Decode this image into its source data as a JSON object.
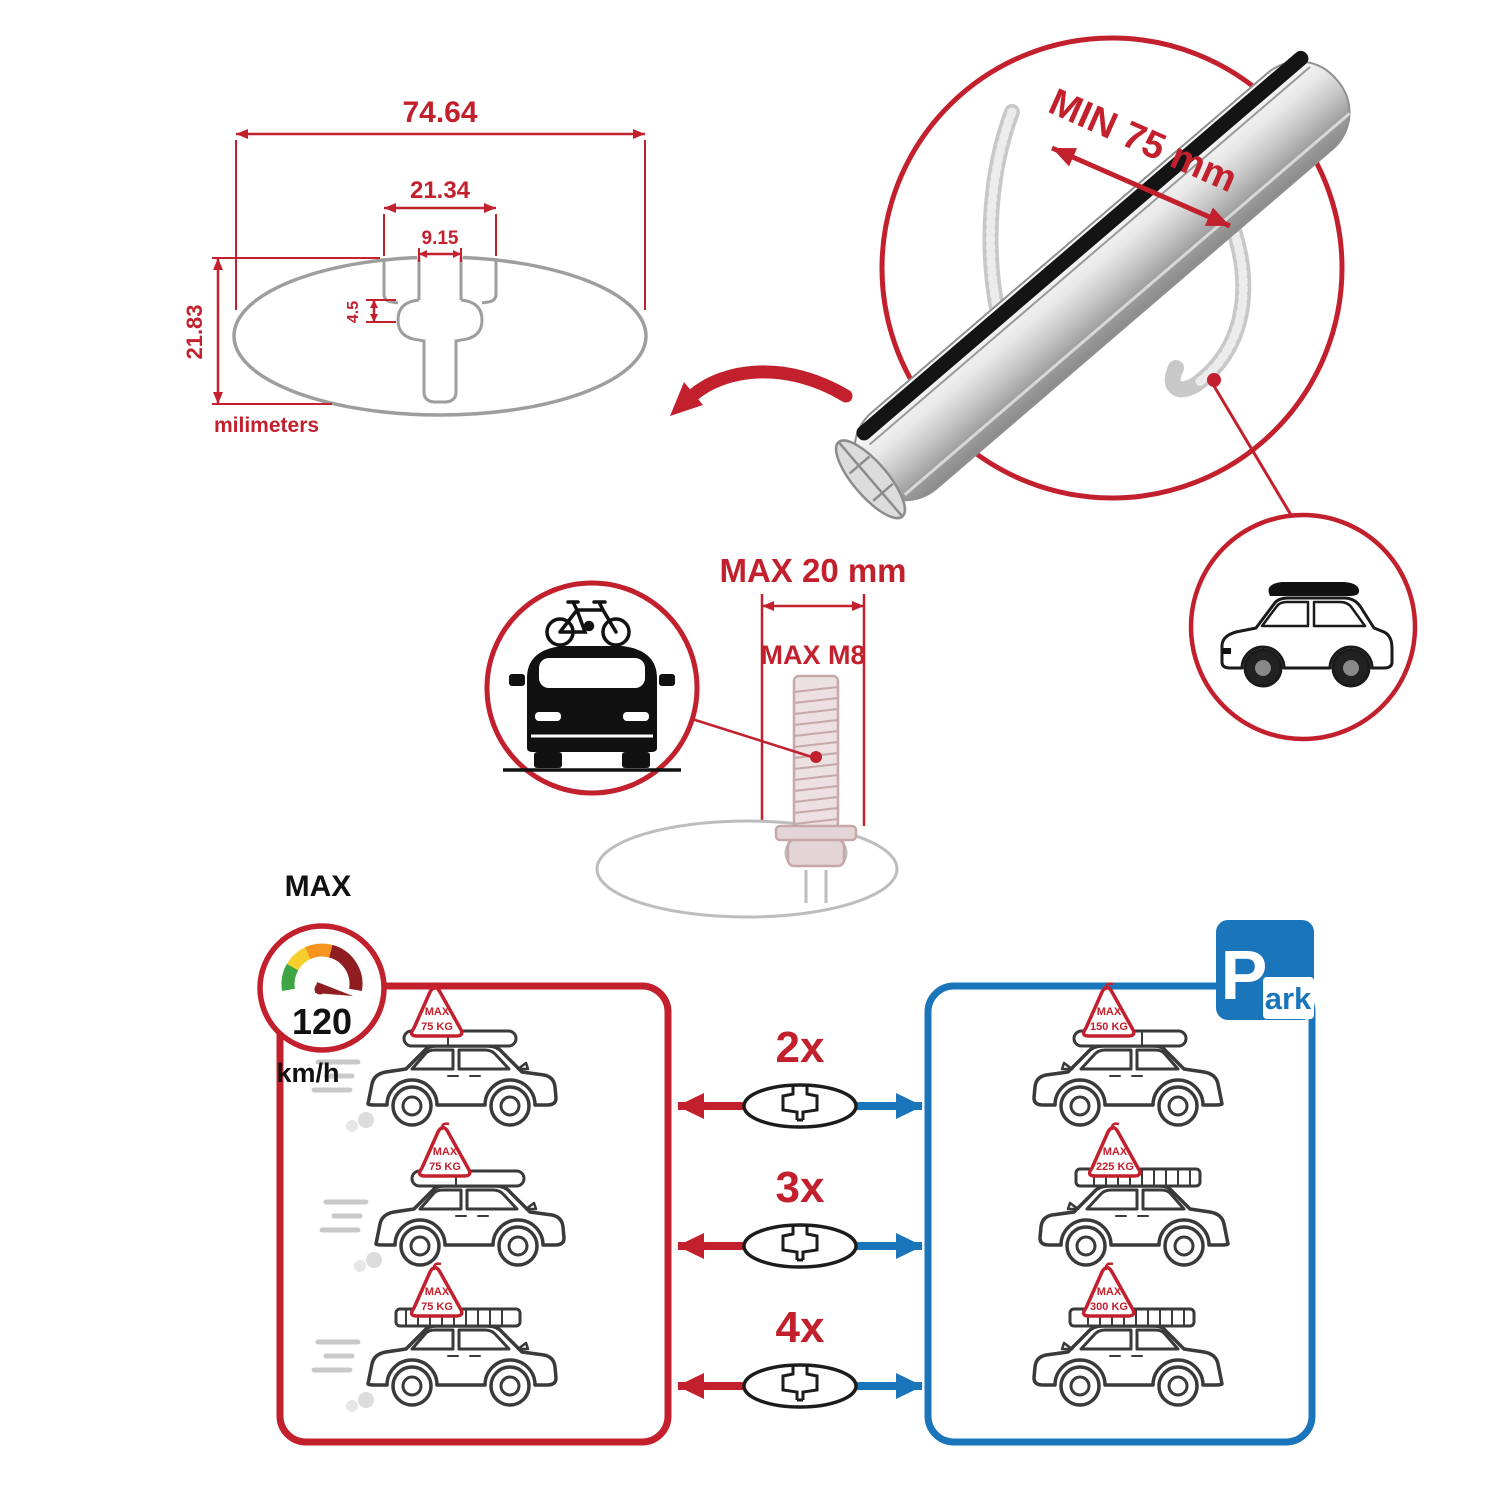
{
  "colors": {
    "accent_red": "#c3202e",
    "accent_blue": "#1b75bb",
    "profile_gray": "#9c9c9c",
    "gauge_green": "#3fa544",
    "gauge_yellow": "#f5d02c",
    "gauge_orange": "#f7941d",
    "gauge_dark_red": "#8f1d22"
  },
  "cross_section_drawing": {
    "total_width": "74.64",
    "notch_outer_width": "21.34",
    "slot_opening_width": "9.15",
    "notch_depth": "4.5",
    "profile_height": "21.83",
    "units_label": "milimeters"
  },
  "bar_detail": {
    "min_rail_span_label": "MIN 75 mm"
  },
  "bolt_detail": {
    "max_protrusion_label": "MAX 20 mm",
    "max_thread_label": "MAX M8"
  },
  "speed_limit": {
    "title": "MAX",
    "value": "120",
    "units": "km/h"
  },
  "parking_sign": {
    "letter": "P",
    "suffix": "ark"
  },
  "load_comparison": {
    "rows": [
      {
        "bar_count": "2x",
        "driving_sign": {
          "line1": "MAX",
          "line2": "75 KG"
        },
        "parked_sign": {
          "line1": "MAX",
          "line2": "150 KG"
        }
      },
      {
        "bar_count": "3x",
        "driving_sign": {
          "line1": "MAX",
          "line2": "75 KG"
        },
        "parked_sign": {
          "line1": "MAX",
          "line2": "225 KG"
        }
      },
      {
        "bar_count": "4x",
        "driving_sign": {
          "line1": "MAX",
          "line2": "75 KG"
        },
        "parked_sign": {
          "line1": "MAX",
          "line2": "300 KG"
        }
      }
    ]
  }
}
